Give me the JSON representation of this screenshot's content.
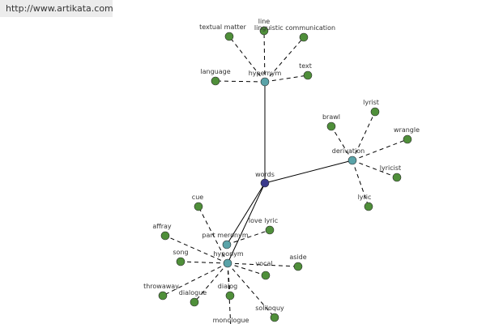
{
  "watermark": {
    "url": "http://www.artikata.com"
  },
  "colors": {
    "center_node": "#3a3a8c",
    "relation_node": "#5aa3a8",
    "leaf_node": "#4f8f3a",
    "node_stroke": "#2a2a2a",
    "edge": "#000000"
  },
  "center": {
    "id": "words",
    "label": "words"
  },
  "relations": [
    {
      "id": "hypernym",
      "label": "hypernym"
    },
    {
      "id": "derivation",
      "label": "derivation"
    },
    {
      "id": "partmeronym",
      "label": "part meronym"
    },
    {
      "id": "hyponym",
      "label": "hyponym"
    }
  ],
  "leaves": {
    "hypernym": [
      {
        "id": "textual-matter",
        "label": "textual matter"
      },
      {
        "id": "line",
        "label": "line"
      },
      {
        "id": "linguistic-communication",
        "label": "linguistic communication"
      },
      {
        "id": "language",
        "label": "language"
      },
      {
        "id": "text",
        "label": "text"
      }
    ],
    "derivation": [
      {
        "id": "lyrist",
        "label": "lyrist"
      },
      {
        "id": "brawl",
        "label": "brawl"
      },
      {
        "id": "wrangle",
        "label": "wrangle"
      },
      {
        "id": "lyricist",
        "label": "lyricist"
      },
      {
        "id": "lyric",
        "label": "lyric"
      }
    ],
    "partmeronym": [
      {
        "id": "love-lyric",
        "label": "love lyric"
      }
    ],
    "hyponym": [
      {
        "id": "cue",
        "label": "cue"
      },
      {
        "id": "affray",
        "label": "affray"
      },
      {
        "id": "song",
        "label": "song"
      },
      {
        "id": "aside",
        "label": "aside"
      },
      {
        "id": "vocal",
        "label": "vocal"
      },
      {
        "id": "throwaway",
        "label": "throwaway"
      },
      {
        "id": "dialogue",
        "label": "dialogue"
      },
      {
        "id": "dialog",
        "label": "dialog"
      },
      {
        "id": "soliloquy",
        "label": "soliloquy"
      },
      {
        "id": "monologue",
        "label": "monologue"
      }
    ]
  }
}
